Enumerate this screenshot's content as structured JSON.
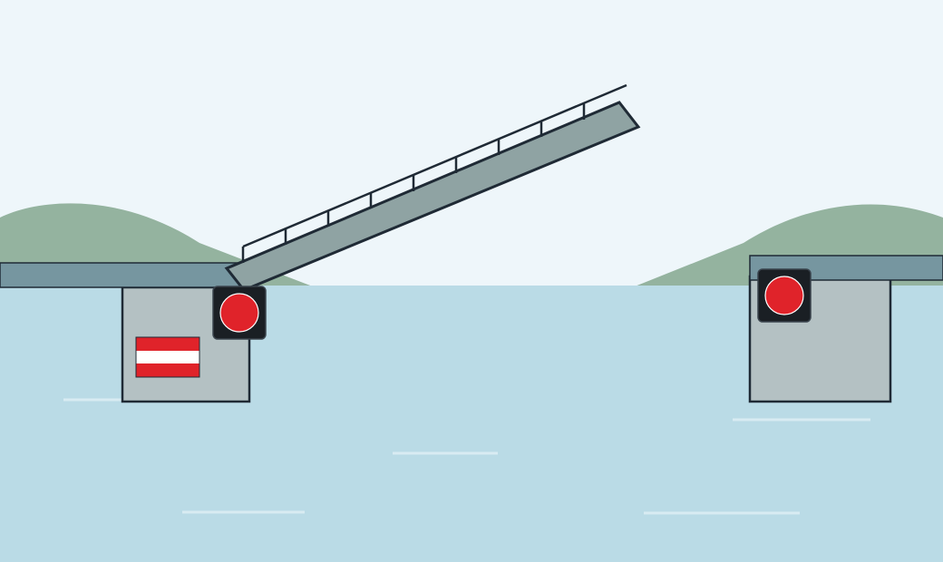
{
  "scene": {
    "colors": {
      "sky": "#eef6fa",
      "water": "#badbe6",
      "water_ripple": "#d8ebf2",
      "hills": "#94b39f",
      "road_deck": "#7696a0",
      "bascule_leaf": "#8fa3a3",
      "pier": "#b4c1c3",
      "outline": "#1f2a35",
      "signal_box": "#1a1f24",
      "signal_light": "#e0232a",
      "flag_red": "#e0232a",
      "flag_white": "#ffffff"
    },
    "bridge_state": "raised",
    "left_signal": {
      "icon": "red-light-icon",
      "state": "red"
    },
    "right_signal": {
      "icon": "red-light-icon",
      "state": "red"
    },
    "channel_marker": {
      "icon": "red-white-red-marker-icon"
    }
  }
}
